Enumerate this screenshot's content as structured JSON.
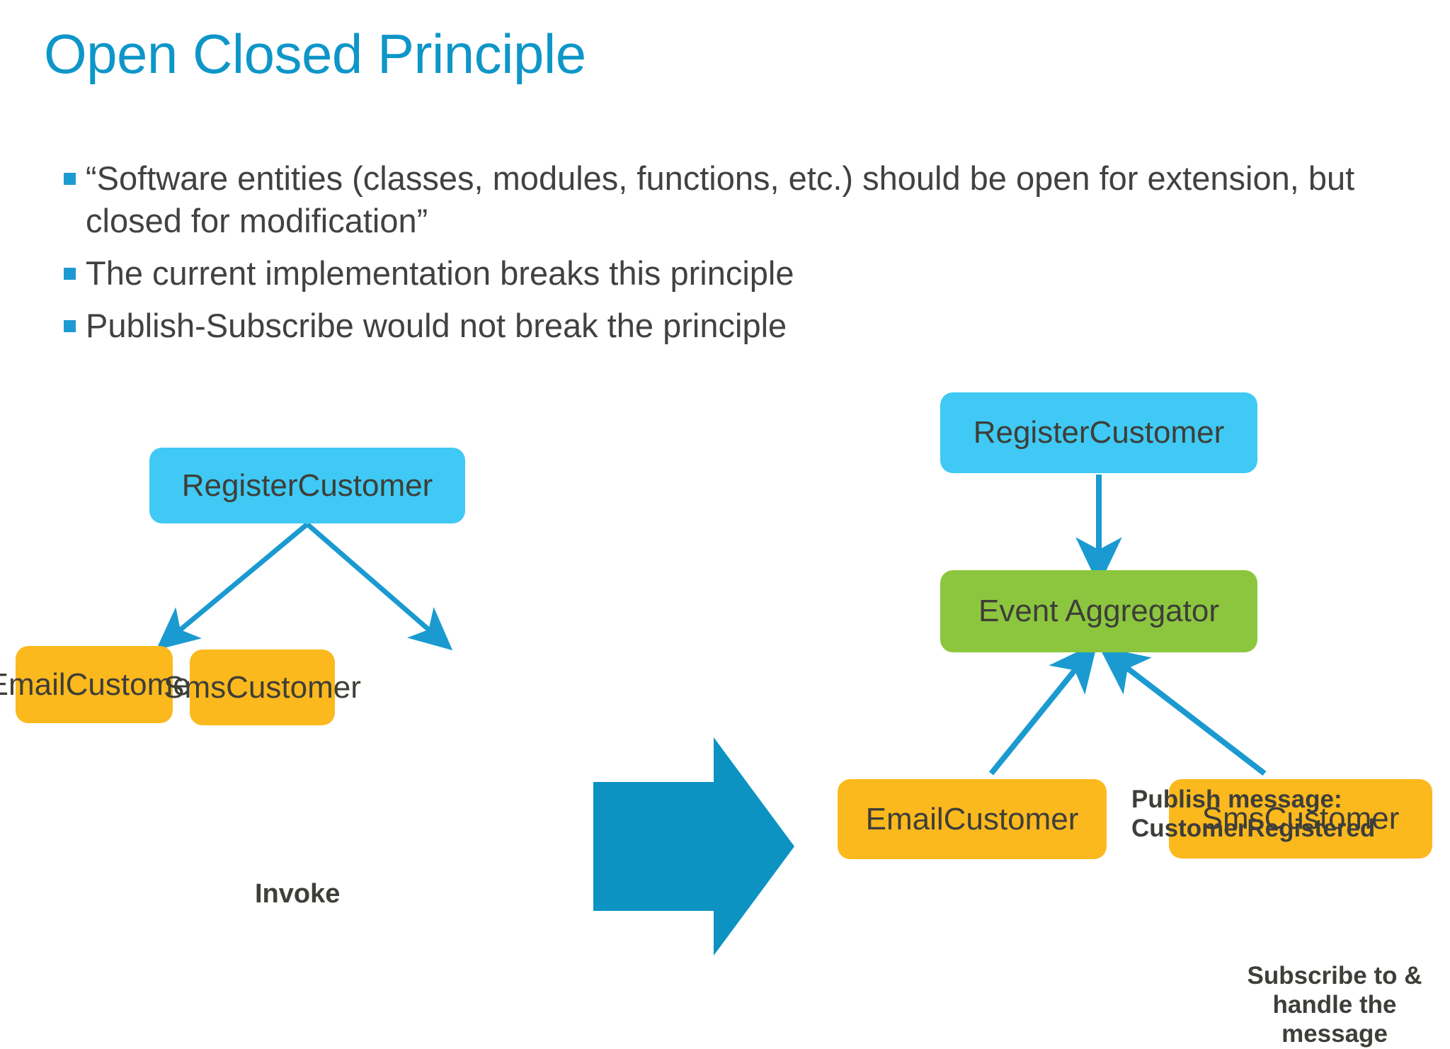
{
  "slide": {
    "title": "Open Closed Principle",
    "title_color": "#0E96C8",
    "background_color": "#ffffff"
  },
  "bullets": {
    "marker_icon": "square-bullet-icon",
    "marker_color": "#1E9AD2",
    "text_color": "#414141",
    "items": [
      "“Software entities (classes, modules, functions, etc.) should be open for extension, but closed for modification”",
      "The current implementation breaks this principle",
      "Publish-Subscribe would not break the principle"
    ]
  },
  "diagram": {
    "transition_arrow": {
      "icon": "right-arrow-icon",
      "color": "#0C93C2",
      "direction": "right"
    },
    "colors": {
      "cyan_node": "#3FC9F4",
      "green_node": "#8CC63F",
      "amber_node": "#FBB91E",
      "connector": "#1A9AD0",
      "node_text": "#3E3E38"
    },
    "before": {
      "nodes": [
        {
          "id": "left-register",
          "label": "RegisterCustomer",
          "kind": "cyan"
        },
        {
          "id": "left-email",
          "label": "EmailCustomer",
          "kind": "amber"
        },
        {
          "id": "left-sms",
          "label": "SmsCustomer",
          "kind": "amber"
        }
      ],
      "edges": [
        {
          "from": "left-register",
          "to": "left-email",
          "label": "Invoke"
        },
        {
          "from": "left-register",
          "to": "left-sms",
          "label": ""
        }
      ],
      "edge_label": "Invoke"
    },
    "after": {
      "nodes": [
        {
          "id": "right-register",
          "label": "RegisterCustomer",
          "kind": "cyan"
        },
        {
          "id": "right-aggregator",
          "label": "Event Aggregator",
          "kind": "green"
        },
        {
          "id": "right-email",
          "label": "EmailCustomer",
          "kind": "amber"
        },
        {
          "id": "right-sms",
          "label": "SmsCustomer",
          "kind": "amber"
        }
      ],
      "publish_label_line1": "Publish message:",
      "publish_label_line2": "CustomerRegistered",
      "subscribe_label_line1": "Subscribe to &",
      "subscribe_label_line2": "handle the",
      "subscribe_label_line3": "message"
    }
  }
}
